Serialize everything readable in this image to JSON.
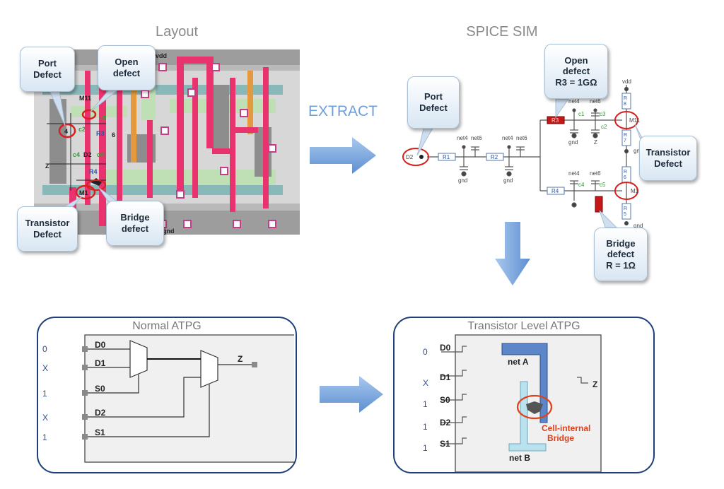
{
  "titles": {
    "layout": "Layout",
    "spice": "SPICE SIM",
    "extract": "EXTRACT",
    "normal_atpg": "Normal ATPG",
    "transistor_atpg": "Transistor Level ATPG"
  },
  "layout_callouts": {
    "port": "Port\nDefect",
    "open": "Open\ndefect",
    "transistor": "Transistor\nDefect",
    "bridge": "Bridge\ndefect"
  },
  "layout_labels": {
    "vdd": "vdd",
    "gnd": "gnd",
    "m11": "M11",
    "m1": "M1",
    "z": "Z",
    "d2": "D2",
    "r3": "R3",
    "r4": "R4",
    "n4": "4",
    "n6": "6",
    "c3": "c3",
    "c5": "c5",
    "c4": "c4",
    "c2": "c2"
  },
  "spice_callouts": {
    "port": "Port\nDefect",
    "open": "Open\ndefect\nR3 = 1GΩ",
    "transistor": "Transistor\nDefect",
    "bridge": "Bridge\ndefect\nR = 1Ω"
  },
  "spice_labels": {
    "d2": "D2",
    "r1": "R1",
    "r2": "R2",
    "r4": "R4",
    "r3": "R3",
    "net4_a": "net4",
    "net6_a": "net6",
    "net4_b": "net4",
    "net6_b": "net6",
    "net4_c": "net4",
    "net6_c": "net6",
    "net4_d": "net4",
    "net6_d": "net6",
    "c1_top": "c1",
    "c2_top": "c2",
    "c3_top": "c3",
    "c4_bot": "c4",
    "c5_bot": "c5",
    "gnd1": "gnd",
    "gnd2": "gnd",
    "gnd3": "gnd",
    "gnd4": "gnd",
    "gnd5": "gnd",
    "z": "Z",
    "vdd": "vdd",
    "m11": "M11",
    "m1": "M1",
    "r8": "R\n8",
    "r7": "R\n7",
    "r6": "R\n6",
    "r5": "R\n5"
  },
  "normal_atpg": {
    "inputs": [
      {
        "value": "0",
        "pin": "D0"
      },
      {
        "value": "X",
        "pin": "D1"
      },
      {
        "value": "1",
        "pin": "S0"
      },
      {
        "value": "X",
        "pin": "D2"
      },
      {
        "value": "1",
        "pin": "S1"
      }
    ],
    "output": "Z"
  },
  "transistor_atpg": {
    "inputs": [
      {
        "value": "0",
        "pin": "D0"
      },
      {
        "value": "X",
        "pin": "D1"
      },
      {
        "value": "1",
        "pin": "S0"
      },
      {
        "value": "1",
        "pin": "D2"
      },
      {
        "value": "1",
        "pin": "S1"
      }
    ],
    "output": "Z",
    "net_a": "net A",
    "net_b": "net B",
    "bridge_label": "Cell-internal\nBridge"
  },
  "colors": {
    "arrow": "#6f9fd8",
    "panel_border": "#1f3f7a",
    "defect_ring": "#d62020",
    "metal_pink": "#e8336f",
    "bridge_text": "#e0401a"
  }
}
